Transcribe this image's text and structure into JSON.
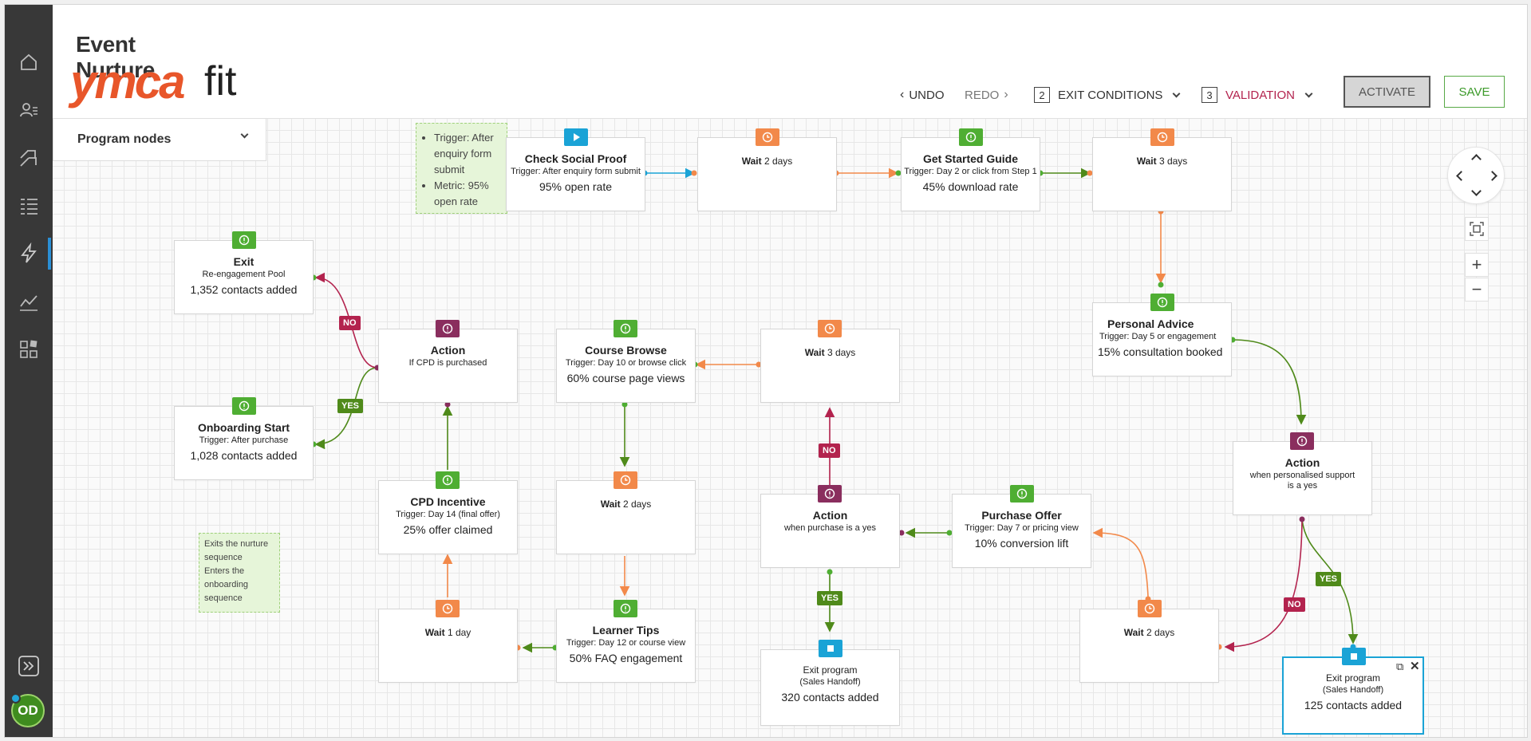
{
  "header": {
    "title": "Event Nurture",
    "brand": "ymca",
    "brand_suffix": "fit",
    "undo": "UNDO",
    "redo": "REDO",
    "exit_conditions": {
      "num": "2",
      "label": "EXIT CONDITIONS"
    },
    "validation": {
      "num": "3",
      "label": "VALIDATION"
    },
    "activate": "ACTIVATE",
    "save": "SAVE"
  },
  "sidebar": {
    "items": [
      "home-icon",
      "contacts-icon",
      "journeys-icon",
      "lists-icon",
      "automation-icon",
      "analytics-icon",
      "apps-icon"
    ],
    "active": "automation-icon",
    "collapse_icon": "expand-icon",
    "avatar": "OD"
  },
  "panel": {
    "label": "Program nodes"
  },
  "notes": {
    "top": [
      "Trigger: After enquiry form submit",
      "Metric: 95% open rate"
    ],
    "left": [
      "Exits the nurture sequence",
      "Enters the onboarding sequence"
    ]
  },
  "nodes": {
    "check_social": {
      "title": "Check Social Proof",
      "sub": "Trigger: After enquiry form submit",
      "metric": "95% open rate"
    },
    "wait1": {
      "prefix": "Wait",
      "value": "2 days"
    },
    "get_started": {
      "title": "Get Started Guide",
      "sub": "Trigger: Day 2 or click from Step 1",
      "metric": "45% download rate"
    },
    "wait2": {
      "prefix": "Wait",
      "value": "3 days"
    },
    "personal_advice": {
      "title": "Personal Advice",
      "sub": "Trigger: Day 5 or engagement",
      "metric": "15% consultation booked"
    },
    "action_support": {
      "title": "Action",
      "sub": "when personalised support is a yes"
    },
    "exit_right": {
      "title": "Exit program",
      "sub": "(Sales Handoff)",
      "metric": "125 contacts added"
    },
    "wait_right": {
      "prefix": "Wait",
      "value": "2 days"
    },
    "purchase_offer": {
      "title": "Purchase Offer",
      "sub": "Trigger: Day 7 or pricing view",
      "metric": "10% conversion lift"
    },
    "action_purchase": {
      "title": "Action",
      "sub": "when purchase is a yes"
    },
    "exit_mid": {
      "title": "Exit program",
      "sub": "(Sales Handoff)",
      "metric": "320 contacts added"
    },
    "wait_mid": {
      "prefix": "Wait",
      "value": "3 days"
    },
    "course_browse": {
      "title": "Course Browse",
      "sub": "Trigger: Day 10 or browse click",
      "metric": "60% course page views"
    },
    "wait_course": {
      "prefix": "Wait",
      "value": "2 days"
    },
    "learner_tips": {
      "title": "Learner Tips",
      "sub": "Trigger: Day 12 or course view",
      "metric": "50% FAQ engagement"
    },
    "wait_day": {
      "prefix": "Wait",
      "value": "1 day"
    },
    "cpd_incentive": {
      "title": "CPD Incentive",
      "sub": "Trigger: Day 14 (final offer)",
      "metric": "25% offer claimed"
    },
    "action_cpd": {
      "title": "Action",
      "sub": "If CPD is purchased"
    },
    "exit_pool": {
      "title": "Exit",
      "sub": "Re-engagement Pool",
      "metric": "1,352 contacts added"
    },
    "onboarding": {
      "title": "Onboarding Start",
      "sub": "Trigger: After purchase",
      "metric": "1,028 contacts added"
    }
  },
  "branch_labels": {
    "no": "NO",
    "yes": "YES"
  },
  "zoom": {
    "in": "+",
    "out": "−"
  },
  "colors": {
    "green": "#4fae33",
    "orange": "#f2894a",
    "purple": "#8a2e5e",
    "blue": "#1aa3d6",
    "no": "#b3234e",
    "yes": "#4f8a1a",
    "brand": "#e8562a"
  }
}
